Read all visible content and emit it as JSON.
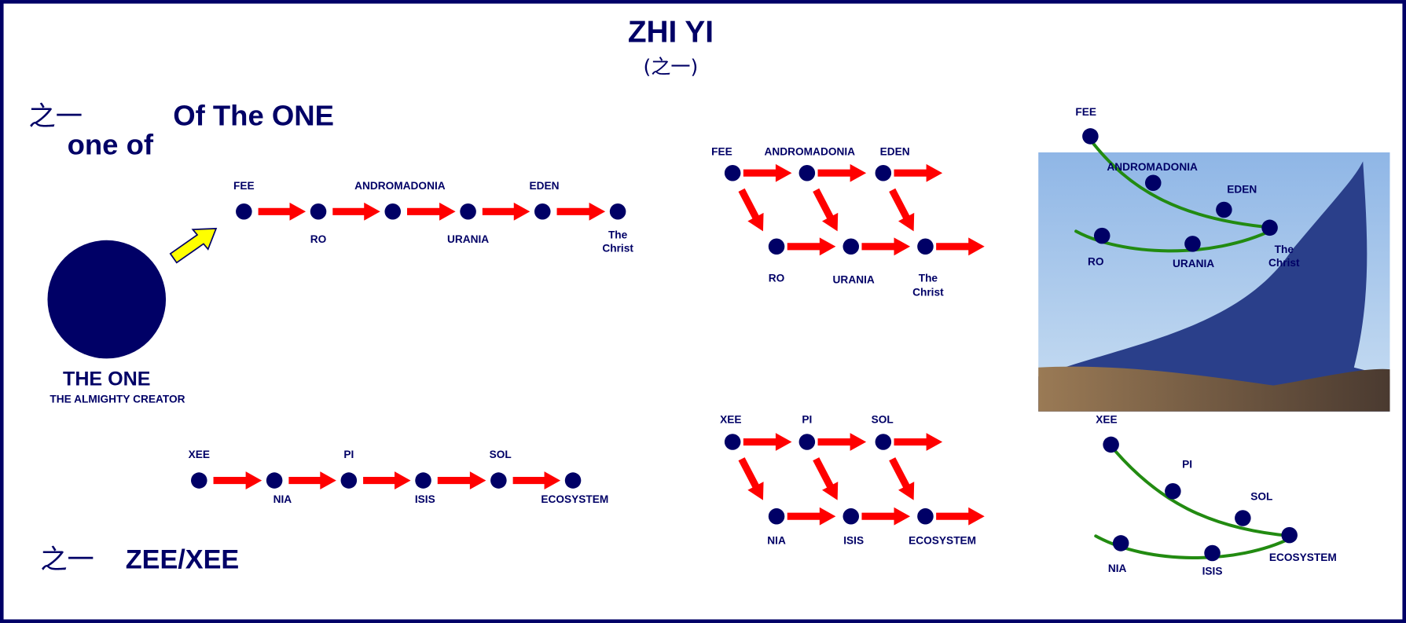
{
  "header": {
    "title": "ZHI YI",
    "subtitle": "(之一)"
  },
  "heading_one": {
    "cjk": "之一",
    "of_the_one": "Of The ONE",
    "one_of": "one of"
  },
  "the_one": {
    "title": "THE ONE",
    "subtitle": "THE ALMIGHTY CREATOR"
  },
  "heading_xee": {
    "cjk": "之一",
    "label": "ZEE/XEE"
  },
  "one_chain": [
    "FEE",
    "RO",
    "ANDROMADONIA",
    "URANIA",
    "EDEN",
    "The",
    "Christ"
  ],
  "xee_chain": [
    "XEE",
    "NIA",
    "PI",
    "ISIS",
    "SOL",
    "ECOSYSTEM"
  ],
  "colors": {
    "navy": "#000066",
    "arrow": "#ff0000",
    "pointer": "#ffff00",
    "curve": "#228b11"
  }
}
